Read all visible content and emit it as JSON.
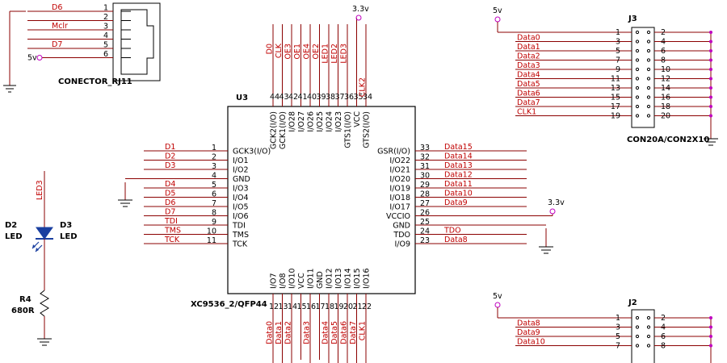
{
  "u3": {
    "ref": "U3",
    "part": "XC9536_2/QFP44",
    "left_pins": [
      {
        "num": "1",
        "name": "GCK3(I/O)",
        "net": "D1"
      },
      {
        "num": "2",
        "name": "I/O1",
        "net": "D2"
      },
      {
        "num": "3",
        "name": "I/O2",
        "net": "D3"
      },
      {
        "num": "4",
        "name": "GND",
        "net": ""
      },
      {
        "num": "5",
        "name": "I/O3",
        "net": "D4"
      },
      {
        "num": "6",
        "name": "I/O4",
        "net": "D5"
      },
      {
        "num": "7",
        "name": "I/O5",
        "net": "D6"
      },
      {
        "num": "8",
        "name": "I/O6",
        "net": "D7"
      },
      {
        "num": "9",
        "name": "TDI",
        "net": "TDI"
      },
      {
        "num": "10",
        "name": "TMS",
        "net": "TMS"
      },
      {
        "num": "11",
        "name": "TCK",
        "net": "TCK"
      }
    ],
    "right_pins": [
      {
        "num": "33",
        "name": "GSR(I/O)",
        "net": "Data15"
      },
      {
        "num": "32",
        "name": "I/O22",
        "net": "Data14"
      },
      {
        "num": "31",
        "name": "I/O21",
        "net": "Data13"
      },
      {
        "num": "30",
        "name": "I/O20",
        "net": "Data12"
      },
      {
        "num": "29",
        "name": "I/O19",
        "net": "Data11"
      },
      {
        "num": "28",
        "name": "I/O18",
        "net": "Data10"
      },
      {
        "num": "27",
        "name": "I/O17",
        "net": "Data9"
      },
      {
        "num": "26",
        "name": "VCCIO",
        "net": ""
      },
      {
        "num": "25",
        "name": "GND",
        "net": ""
      },
      {
        "num": "24",
        "name": "TDO",
        "net": "TDO"
      },
      {
        "num": "23",
        "name": "I/O9",
        "net": "Data8"
      }
    ],
    "top_pins": [
      {
        "num": "44",
        "name": "GCK2(I/O)",
        "net": "D0"
      },
      {
        "num": "43",
        "name": "GCK1(I/O)",
        "net": "CLK"
      },
      {
        "num": "42",
        "name": "I/O28",
        "net": "OE3"
      },
      {
        "num": "41",
        "name": "I/O27",
        "net": "OE1"
      },
      {
        "num": "40",
        "name": "I/O26",
        "net": "OE4"
      },
      {
        "num": "39",
        "name": "I/O25",
        "net": "OE2"
      },
      {
        "num": "38",
        "name": "I/O24",
        "net": "LED1"
      },
      {
        "num": "37",
        "name": "I/O23",
        "net": "LED2"
      },
      {
        "num": "36",
        "name": "GTS1(I/O)",
        "net": "LED3"
      },
      {
        "num": "35",
        "name": "VCC",
        "net": ""
      },
      {
        "num": "34",
        "name": "GTS2(I/O)",
        "net": "CLK2"
      }
    ],
    "bottom_pins": [
      {
        "num": "12",
        "name": "I/O7",
        "net": "Data0"
      },
      {
        "num": "13",
        "name": "I/O8",
        "net": "Data1"
      },
      {
        "num": "14",
        "name": "I/O10",
        "net": "Data2"
      },
      {
        "num": "15",
        "name": "VCC",
        "net": ""
      },
      {
        "num": "16",
        "name": "I/O11",
        "net": "Data3"
      },
      {
        "num": "17",
        "name": "GND",
        "net": ""
      },
      {
        "num": "18",
        "name": "I/O12",
        "net": "Data4"
      },
      {
        "num": "19",
        "name": "I/O13",
        "net": "Data5"
      },
      {
        "num": "20",
        "name": "I/O14",
        "net": "Data6"
      },
      {
        "num": "21",
        "name": "I/O15",
        "net": "Data7"
      },
      {
        "num": "22",
        "name": "I/O16",
        "net": "CLK1"
      }
    ]
  },
  "rj11": {
    "label": "CONECTOR_RJ11",
    "pins": [
      {
        "num": "1",
        "net": "D6"
      },
      {
        "num": "2",
        "net": ""
      },
      {
        "num": "3",
        "net": "Mclr"
      },
      {
        "num": "4",
        "net": ""
      },
      {
        "num": "5",
        "net": "D7"
      },
      {
        "num": "6",
        "net": "5v"
      }
    ]
  },
  "j3": {
    "ref": "J3",
    "part": "CON20A/CON2X10",
    "power": "5v",
    "rows": [
      {
        "odd": "1",
        "even": "2",
        "net": ""
      },
      {
        "odd": "3",
        "even": "4",
        "net": "Data0"
      },
      {
        "odd": "5",
        "even": "6",
        "net": "Data1"
      },
      {
        "odd": "7",
        "even": "8",
        "net": "Data2"
      },
      {
        "odd": "9",
        "even": "10",
        "net": "Data3"
      },
      {
        "odd": "11",
        "even": "12",
        "net": "Data4"
      },
      {
        "odd": "13",
        "even": "14",
        "net": "Data5"
      },
      {
        "odd": "15",
        "even": "16",
        "net": "Data6"
      },
      {
        "odd": "17",
        "even": "18",
        "net": "Data7"
      },
      {
        "odd": "19",
        "even": "20",
        "net": "CLK1"
      }
    ]
  },
  "j2": {
    "ref": "J2",
    "power": "5v",
    "rows": [
      {
        "odd": "1",
        "even": "2",
        "net": ""
      },
      {
        "odd": "3",
        "even": "4",
        "net": "Data8"
      },
      {
        "odd": "5",
        "even": "6",
        "net": "Data9"
      },
      {
        "odd": "7",
        "even": "8",
        "net": "Data10"
      }
    ]
  },
  "led": {
    "net": "LED3",
    "d2_ref": "D2",
    "d2_type": "LED",
    "d3_ref": "D3",
    "d3_type": "LED"
  },
  "resistor": {
    "ref": "R4",
    "value": "680R"
  },
  "power_labels": {
    "vcc_top": "3.3v",
    "vcc_right": "3.3v"
  }
}
